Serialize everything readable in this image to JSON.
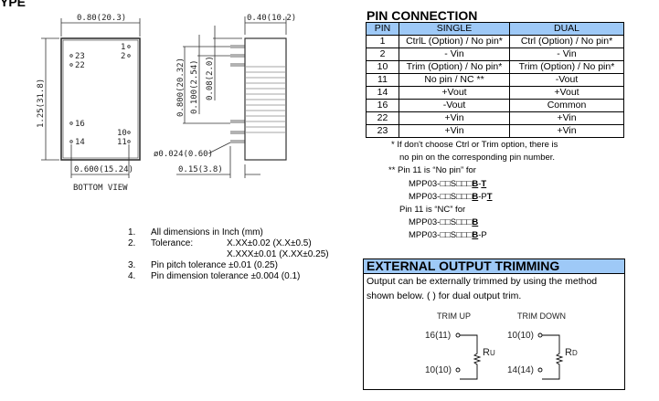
{
  "page_heading_fragment": "YPE",
  "drawing": {
    "width_dim": "0.80(20.3)",
    "height_dim": "1.25(31.8)",
    "pitch_dim": "0.600(15.24)",
    "view_label": "BOTTOM VIEW",
    "pins": [
      "1",
      "2",
      "23",
      "22",
      "16",
      "10",
      "11",
      "14"
    ],
    "side_width_dim": "0.40(10.2)",
    "side_dim_1": "0.800(20.32)",
    "side_dim_2": "0.100(2.54)",
    "side_dim_3": "0.08(2.0)",
    "pin_diameter": "ø0.024(0.60)",
    "pin_length": "0.15(3.8)"
  },
  "notes": [
    {
      "num": "1.",
      "text": "All dimensions in Inch (mm)"
    },
    {
      "num": "2.",
      "text": "Tolerance:",
      "value1": "X.XX±0.02 (X.X±0.5)",
      "value2": "X.XXX±0.01 (X.XX±0.25)"
    },
    {
      "num": "3.",
      "text": "Pin pitch tolerance ±0.01 (0.25)"
    },
    {
      "num": "4.",
      "text": "Pin dimension tolerance ±0.004 (0.1)"
    }
  ],
  "pin_connection": {
    "title": "PIN CONNECTION",
    "headers": [
      "PIN",
      "SINGLE",
      "DUAL"
    ],
    "rows": [
      [
        "1",
        "CtrlL (Option) / No pin*",
        "Ctrl (Option) / No pin*"
      ],
      [
        "2",
        "- Vin",
        "- Vin"
      ],
      [
        "10",
        "Trim (Option) / No pin*",
        "Trim (Option) / No pin*"
      ],
      [
        "11",
        "No pin / NC **",
        "-Vout"
      ],
      [
        "14",
        "+Vout",
        "+Vout"
      ],
      [
        "16",
        "-Vout",
        "Common"
      ],
      [
        "22",
        "+Vin",
        "+Vin"
      ],
      [
        "23",
        "+Vin",
        "+Vin"
      ]
    ],
    "footnote1a": "* If don't choose Ctrl or Trim option, there is",
    "footnote1b": "no pin on the corresponding pin number.",
    "footnote2": "** Pin 11 is “No pin” for",
    "part_prefix": "MPP03-□□S□□□",
    "parts_nopin": [
      {
        "b": "B",
        "sep": "-",
        "suffix": "T",
        "u": "T"
      },
      {
        "b": "B",
        "sep": "-P",
        "u": "T"
      }
    ],
    "nc_label": "Pin 11 is “NC” for",
    "parts_nc": [
      {
        "b": "B"
      },
      {
        "b": "B",
        "suffix": "-P"
      }
    ]
  },
  "trimming": {
    "title": "EXTERNAL OUTPUT TRIMMING",
    "text1": "Output can be externally trimmed by using the method",
    "text2": "shown below. ( ) for dual output trim.",
    "up": {
      "label": "TRIM UP",
      "top": "16(11)",
      "bottom": "10(10)",
      "r": "R",
      "sub": "U"
    },
    "down": {
      "label": "TRIM DOWN",
      "top": "10(10)",
      "bottom": "14(14)",
      "r": "R",
      "sub": "D"
    }
  }
}
